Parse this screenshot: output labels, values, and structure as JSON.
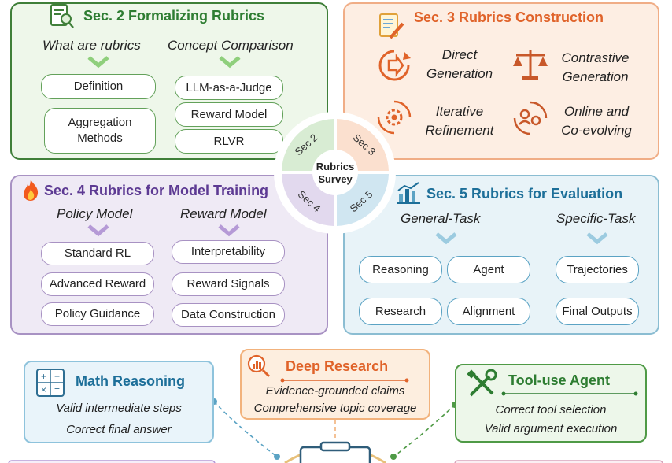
{
  "hub": {
    "center_line1": "Rubrics",
    "center_line2": "Survey",
    "q1": "Sec 2",
    "q2": "Sec 3",
    "q3": "Sec 4",
    "q4": "Sec 5"
  },
  "sec2": {
    "title": "Sec. 2 Formalizing Rubrics",
    "left_heading": "What are rubrics",
    "right_heading": "Concept Comparison",
    "left_items": [
      "Definition",
      "Aggregation Methods"
    ],
    "right_items": [
      "LLM-as-a-Judge",
      "Reward Model",
      "RLVR"
    ]
  },
  "sec3": {
    "title": "Sec. 3 Rubrics Construction",
    "methods": [
      {
        "line1": "Direct",
        "line2": "Generation",
        "icon": "arrow-cycle-icon"
      },
      {
        "line1": "Contrastive",
        "line2": "Generation",
        "icon": "scales-icon"
      },
      {
        "line1": "Iterative",
        "line2": "Refinement",
        "icon": "gear-refresh-icon"
      },
      {
        "line1": "Online and",
        "line2": "Co-evolving",
        "icon": "people-refresh-icon"
      }
    ]
  },
  "sec4": {
    "title": "Sec. 4 Rubrics for Model Training",
    "left_heading": "Policy Model",
    "right_heading": "Reward Model",
    "left_items": [
      "Standard RL",
      "Advanced Reward",
      "Policy Guidance"
    ],
    "right_items": [
      "Interpretability",
      "Reward Signals",
      "Data Construction"
    ]
  },
  "sec5": {
    "title": "Sec. 5 Rubrics for Evaluation",
    "left_heading": "General-Task",
    "right_heading": "Specific-Task",
    "general_items": [
      "Reasoning",
      "Agent",
      "Research",
      "Alignment"
    ],
    "specific_items": [
      "Trajectories",
      "Final Outputs"
    ]
  },
  "apps": [
    {
      "title": "Math Reasoning",
      "lines": [
        "Valid intermediate steps",
        "Correct final answer"
      ],
      "icon": "calculator-icon"
    },
    {
      "title": "Deep Research",
      "lines": [
        "Evidence-grounded claims",
        "Comprehensive topic coverage"
      ],
      "icon": "magnifier-chart-icon"
    },
    {
      "title": "Tool-use Agent",
      "lines": [
        "Correct tool selection",
        "Valid argument execution"
      ],
      "icon": "tools-icon"
    }
  ],
  "colors": {
    "sec2": "#2e7d32",
    "sec3": "#e0632a",
    "sec4": "#5d3a93",
    "sec5": "#1d6f99"
  }
}
